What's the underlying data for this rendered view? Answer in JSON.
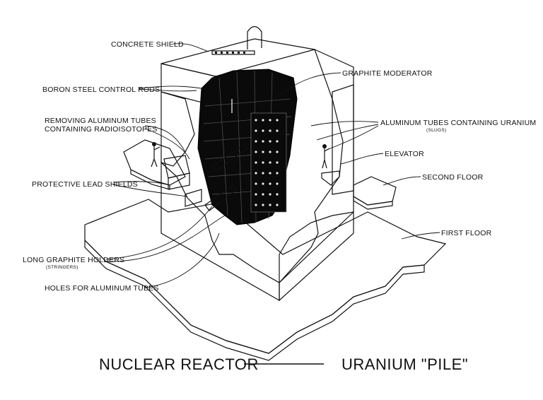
{
  "title": {
    "left": "NUCLEAR REACTOR",
    "right": "URANIUM \"PILE\""
  },
  "labels": {
    "concrete_shield": "CONCRETE SHIELD",
    "control_rods": "BORON STEEL CONTROL RODS",
    "removing_tubes_1": "REMOVING ALUMINUM TUBES",
    "removing_tubes_2": "CONTAINING RADIOISOTOPES",
    "lead_shields": "PROTECTIVE LEAD SHIELDS",
    "stringers": "LONG GRAPHITE HOLDERS",
    "stringers_sub": "(STRINGERS)",
    "holes": "HOLES FOR ALUMINUM TUBES",
    "graphite": "GRAPHITE MODERATOR",
    "uranium_tubes": "ALUMINUM TUBES CONTAINING URANIUM",
    "slugs": "(SLUGS)",
    "elevator": "ELEVATOR",
    "second_floor": "SECOND FLOOR",
    "first_floor": "FIRST FLOOR"
  }
}
